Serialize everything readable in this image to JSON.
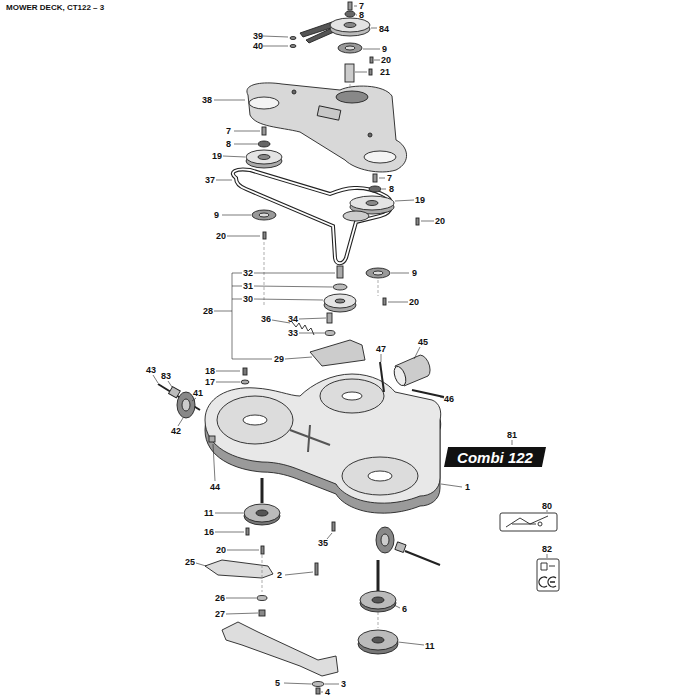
{
  "diagram": {
    "title": "MOWER DECK, CT122 – 3",
    "nodes": [
      {
        "text": [
          "Combi 122"
        ]
      }
    ],
    "labels": [
      "7",
      "8",
      "84",
      "39",
      "40",
      "9",
      "20",
      "21",
      "38",
      "7",
      "8",
      "19",
      "37",
      "7",
      "8",
      "19",
      "9",
      "20",
      "20",
      "32",
      "9",
      "31",
      "30",
      "20",
      "28",
      "36",
      "34",
      "33",
      "45",
      "29",
      "47",
      "43",
      "18",
      "83",
      "17",
      "41",
      "46",
      "42",
      "81",
      "1",
      "44",
      "80",
      "11",
      "16",
      "35",
      "20",
      "82",
      "25",
      "2",
      "26",
      "6",
      "27",
      "11",
      "5",
      "3",
      "4"
    ]
  }
}
